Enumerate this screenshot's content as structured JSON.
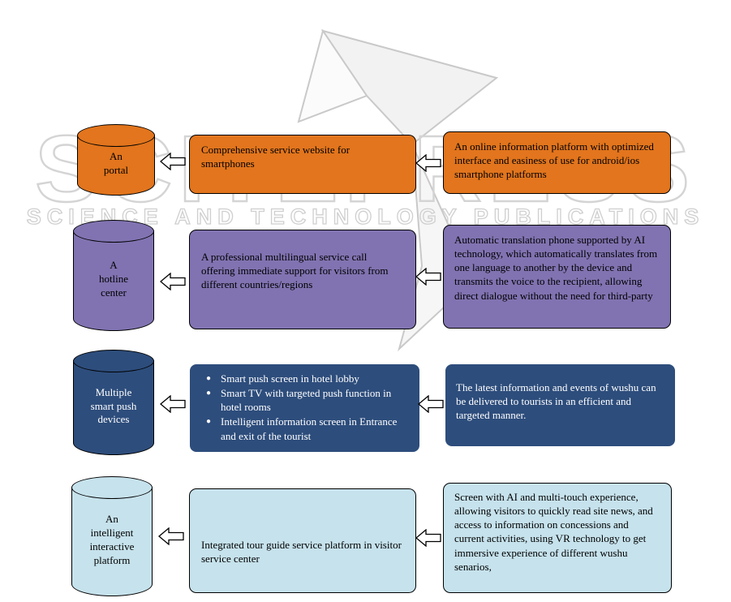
{
  "watermark": {
    "brand": "SCITEPRESS",
    "tagline": "SCIENCE AND TECHNOLOGY PUBLICATIONS"
  },
  "colors": {
    "row1_fill": "#e2751d",
    "row2_fill": "#8173b1",
    "row3_fill": "#2d4d7c",
    "row4_fill": "#c6e2ec",
    "watermark_gray": "#d4d4d4"
  },
  "icons": {
    "arrow": "hollow-left-block-arrow"
  },
  "rows": [
    {
      "cylinder": "An\nportal",
      "middle": "Comprehensive service website for smartphones",
      "right": "An online information platform with optimized interface and easiness of use for android/ios smartphone platforms"
    },
    {
      "cylinder": "A\nhotline\ncenter",
      "middle": "A professional multilingual service call offering immediate support for visitors from different countries/regions",
      "right": "Automatic translation phone supported by AI technology, which automatically translates from one language to another by the device and transmits the voice to the recipient, allowing direct dialogue without the need for third-party"
    },
    {
      "cylinder": "Multiple\nsmart push\ndevices",
      "middle_bullets": [
        "Smart push screen in hotel lobby",
        "Smart TV with targeted push function in hotel rooms",
        "Intelligent information screen in Entrance and exit of the tourist"
      ],
      "right": "The latest information and events of wushu can be delivered to tourists in an efficient and targeted manner."
    },
    {
      "cylinder": "An\nintelligent\ninteractive\nplatform",
      "middle": "Integrated tour guide service platform in visitor service center",
      "right": "Screen with AI and multi-touch experience, allowing visitors to quickly read site news, and access to information on concessions and current activities, using VR technology to get immersive experience of different wushu senarios,"
    }
  ]
}
